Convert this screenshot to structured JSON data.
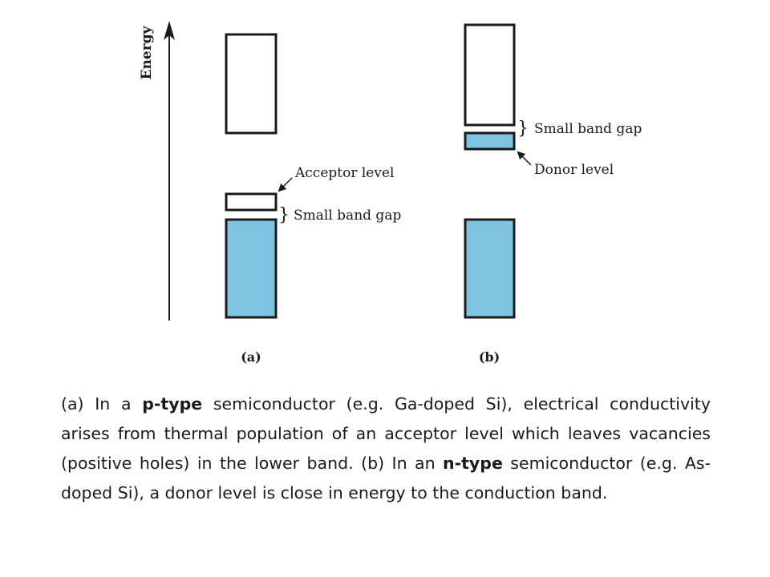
{
  "diagram": {
    "axis_label": "Energy",
    "colors": {
      "filled_band": "#7ec4e2",
      "outline": "#1a1a1a"
    },
    "panel_a": {
      "label": "(a)",
      "acceptor_label": "Acceptor level",
      "gap_label": "Small band gap"
    },
    "panel_b": {
      "label": "(b)",
      "gap_label": "Small band gap",
      "donor_label": "Donor level"
    }
  },
  "caption": {
    "part1": "(a) In a ",
    "bold1": "p-type",
    "part2": " semiconductor (e.g. Ga-doped Si), electrical conductivity arises from thermal population of an acceptor level which leaves vacancies (positive holes) in the lower band. (b) In an ",
    "bold2": "n-type",
    "part3": " semiconductor (e.g. As-doped Si), a donor level is close in energy to the conduction band."
  }
}
